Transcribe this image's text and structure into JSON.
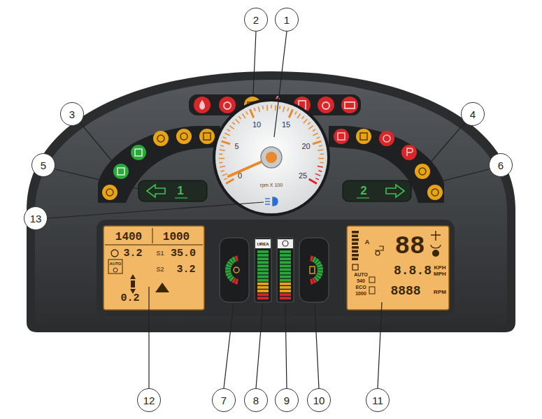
{
  "diagram": {
    "nodes": [
      {
        "text": [
          "2"
        ]
      },
      {
        "text": [
          "1"
        ]
      },
      {
        "text": [
          "3"
        ]
      },
      {
        "text": [
          "4"
        ]
      },
      {
        "text": [
          "5"
        ]
      },
      {
        "text": [
          "6"
        ]
      },
      {
        "text": [
          "13"
        ]
      },
      {
        "text": [
          "12"
        ]
      },
      {
        "text": [
          "7"
        ]
      },
      {
        "text": [
          "8"
        ]
      },
      {
        "text": [
          "9"
        ]
      },
      {
        "text": [
          "10"
        ]
      },
      {
        "text": [
          "11"
        ]
      }
    ],
    "labels": [
      "0",
      "5",
      "10",
      "15",
      "20",
      "25",
      "rpm X 100",
      "1",
      "2",
      "1400",
      "1000",
      "3.2",
      "S1",
      "35.0",
      "S2",
      "3.2",
      "AUTO",
      "0.2",
      "UREA",
      "A",
      "88",
      "8.8.8",
      "KPH",
      "MPH",
      "AUTO",
      "540",
      "ECO",
      "1000",
      "8888",
      "RPM"
    ]
  }
}
